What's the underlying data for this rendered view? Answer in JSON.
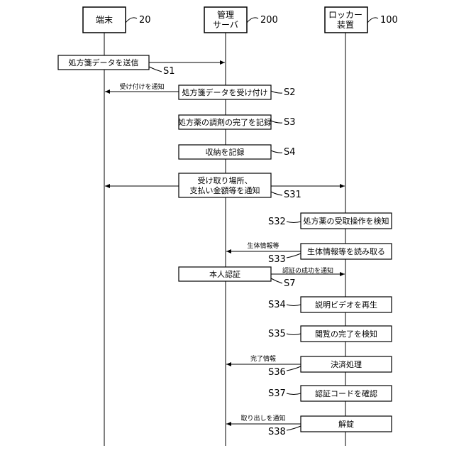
{
  "lifelines": [
    {
      "id": "terminal",
      "label_lines": [
        "端末"
      ],
      "ref": "20"
    },
    {
      "id": "server",
      "label_lines": [
        "管理",
        "サーバ"
      ],
      "ref": "200"
    },
    {
      "id": "locker",
      "label_lines": [
        "ロッカー",
        "装置"
      ],
      "ref": "100"
    }
  ],
  "steps": [
    {
      "id": "S1",
      "label_lines": [
        "処方箋データを送信"
      ],
      "ref": "S1"
    },
    {
      "id": "S2",
      "label_lines": [
        "処方箋データを受け付け"
      ],
      "ref": "S2"
    },
    {
      "id": "S3",
      "label_lines": [
        "処方薬の調剤の完了を記録"
      ],
      "ref": "S3"
    },
    {
      "id": "S4",
      "label_lines": [
        "収納を記録"
      ],
      "ref": "S4"
    },
    {
      "id": "S31",
      "label_lines": [
        "受け取り場所、",
        "支払い金額等を通知"
      ],
      "ref": "S31"
    },
    {
      "id": "S32",
      "label_lines": [
        "処方薬の受取操作を検知"
      ],
      "ref": "S32"
    },
    {
      "id": "S33",
      "label_lines": [
        "生体情報等を読み取る"
      ],
      "ref": "S33"
    },
    {
      "id": "S7",
      "label_lines": [
        "本人認証"
      ],
      "ref": "S7"
    },
    {
      "id": "S34",
      "label_lines": [
        "説明ビデオを再生"
      ],
      "ref": "S34"
    },
    {
      "id": "S35",
      "label_lines": [
        "閲覧の完了を検知"
      ],
      "ref": "S35"
    },
    {
      "id": "S36",
      "label_lines": [
        "決済処理"
      ],
      "ref": "S36"
    },
    {
      "id": "S37",
      "label_lines": [
        "認証コードを確認"
      ],
      "ref": "S37"
    },
    {
      "id": "S38",
      "label_lines": [
        "解錠"
      ],
      "ref": "S38"
    }
  ],
  "messages": [
    {
      "id": "m-uketsuke",
      "label": "受け付けを通知"
    },
    {
      "id": "m-seitai",
      "label": "生体情報等"
    },
    {
      "id": "m-ninsho",
      "label": "認証の成功を通知"
    },
    {
      "id": "m-kanryo",
      "label": "完了情報"
    },
    {
      "id": "m-toridashi",
      "label": "取り出しを通知"
    }
  ]
}
